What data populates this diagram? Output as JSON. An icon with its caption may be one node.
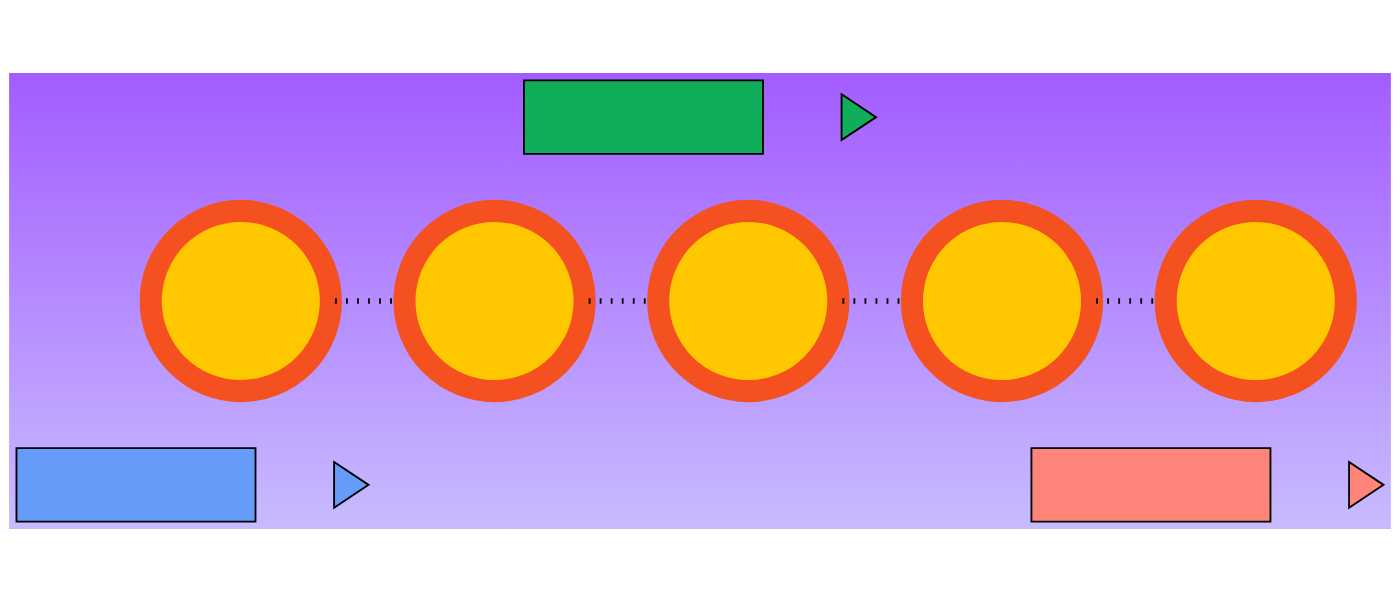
{
  "diagram": {
    "nodes": [
      {
        "text": [],
        "shape": "circle"
      },
      {
        "text": [],
        "shape": "circle"
      },
      {
        "text": [],
        "shape": "circle"
      },
      {
        "text": [],
        "shape": "circle"
      },
      {
        "text": [],
        "shape": "circle"
      },
      {
        "text": [],
        "shape": "box"
      },
      {
        "text": [],
        "shape": "box"
      },
      {
        "text": [],
        "shape": "box"
      },
      {
        "text": [],
        "shape": "cursor"
      },
      {
        "text": [],
        "shape": "cursor"
      },
      {
        "text": [],
        "shape": "cursor"
      }
    ],
    "edges": [
      {
        "from": 0,
        "to": 1,
        "arrow": "none",
        "style": "dashed"
      },
      {
        "from": 1,
        "to": 2,
        "arrow": "none",
        "style": "dashed"
      },
      {
        "from": 2,
        "to": 3,
        "arrow": "none",
        "style": "dashed"
      },
      {
        "from": 3,
        "to": 4,
        "arrow": "none",
        "style": "dashed"
      }
    ]
  }
}
